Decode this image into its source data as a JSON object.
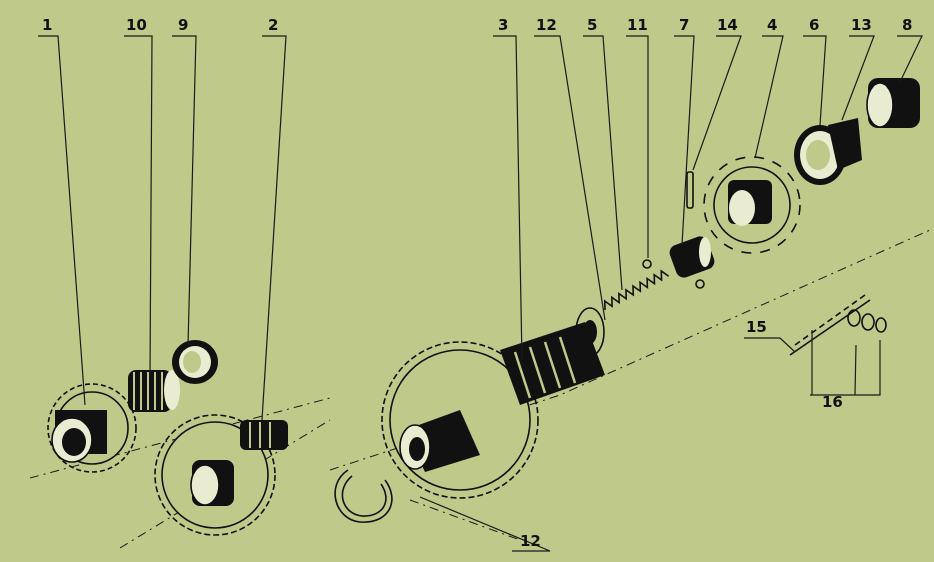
{
  "diagram": {
    "callouts": [
      {
        "id": "c1",
        "text": "1"
      },
      {
        "id": "c10",
        "text": "10"
      },
      {
        "id": "c9",
        "text": "9"
      },
      {
        "id": "c2",
        "text": "2"
      },
      {
        "id": "c3",
        "text": "3"
      },
      {
        "id": "c12a",
        "text": "12"
      },
      {
        "id": "c5",
        "text": "5"
      },
      {
        "id": "c11",
        "text": "11"
      },
      {
        "id": "c7",
        "text": "7"
      },
      {
        "id": "c14",
        "text": "14"
      },
      {
        "id": "c4",
        "text": "4"
      },
      {
        "id": "c6",
        "text": "6"
      },
      {
        "id": "c13",
        "text": "13"
      },
      {
        "id": "c8",
        "text": "8"
      },
      {
        "id": "c15",
        "text": "15"
      },
      {
        "id": "c16",
        "text": "16"
      },
      {
        "id": "c12b",
        "text": "12"
      }
    ],
    "colors": {
      "background": "#bfc98a",
      "ink": "#111111",
      "highlight": "#e9ecd0"
    }
  }
}
